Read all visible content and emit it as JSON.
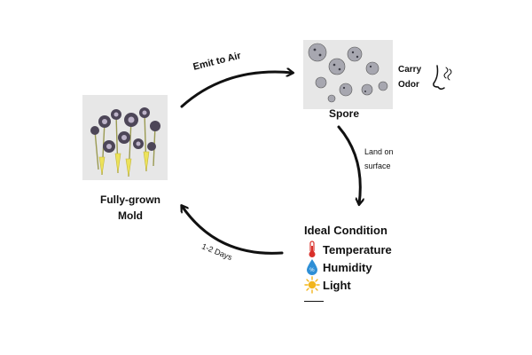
{
  "nodes": {
    "mold": {
      "label_line1": "Fully-grown",
      "label_line2": "Mold"
    },
    "spore": {
      "label": "Spore"
    }
  },
  "edges": {
    "emit": "Emit to Air",
    "land_line1": "Land on",
    "land_line2": "surface",
    "days": "1-2 Days"
  },
  "odor": {
    "line1": "Carry",
    "line2": "Odor",
    "icon": "nose-icon"
  },
  "conditions": {
    "title": "Ideal Condition",
    "items": [
      {
        "label": "Temperature",
        "icon": "thermometer-icon"
      },
      {
        "label": "Humidity",
        "icon": "water-drop-icon"
      },
      {
        "label": "Light",
        "icon": "sun-icon"
      }
    ]
  },
  "colors": {
    "arrow": "#111111",
    "photo_bg": "#e7e7e7",
    "thermometer": "#d9302a",
    "drop": "#2e8fd6",
    "sun": "#f2b51c"
  }
}
